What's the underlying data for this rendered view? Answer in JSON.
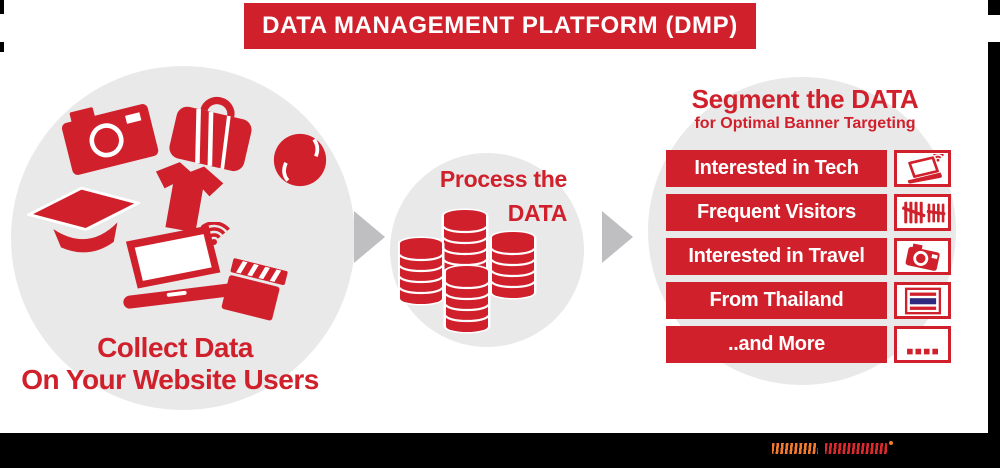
{
  "colors": {
    "red": "#d0202b",
    "circle_gray": "#e9e9ea",
    "arrow_gray": "#bfbfc1",
    "white": "#ffffff",
    "black": "#000000",
    "flag_blue": "#2f2a80",
    "brand_orange": "#f4792c",
    "brand_red": "#da2a2e"
  },
  "header": {
    "title": "DATA MANAGEMENT PLATFORM (DMP)"
  },
  "collect": {
    "line1": "Collect Data",
    "line2": "On Your Website Users",
    "icons": [
      "camera-icon",
      "travel-bag-icon",
      "baseball-icon",
      "graduation-cap-icon",
      "tshirt-icon",
      "laptop-wifi-icon",
      "clapperboard-icon"
    ]
  },
  "process": {
    "line1": "Process the",
    "line2": "DATA",
    "icon": "coin-stacks-icon"
  },
  "segment": {
    "title": "Segment the DATA",
    "subtitle": "for Optimal Banner Targeting",
    "rows": [
      {
        "label": "Interested in Tech",
        "icon": "laptop-signal-icon"
      },
      {
        "label": "Frequent Visitors",
        "icon": "tally-marks-icon"
      },
      {
        "label": "Interested in Travel",
        "icon": "camera-icon"
      },
      {
        "label": "From Thailand",
        "icon": "thailand-flag-icon"
      },
      {
        "label": "..and More",
        "icon": "more-dots-icon"
      }
    ]
  },
  "footer": {
    "logo": "brand-wordmark-illegible"
  }
}
